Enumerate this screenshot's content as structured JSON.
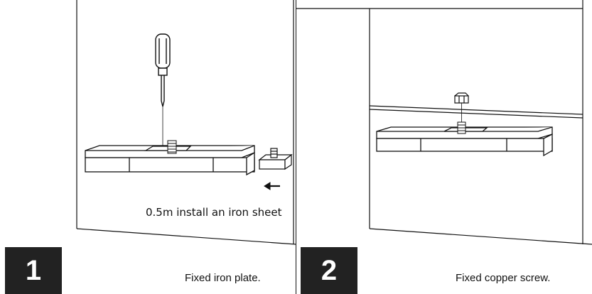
{
  "steps": [
    {
      "number": "1",
      "caption": "Fixed iron plate.",
      "note": "0.5m install an iron sheet"
    },
    {
      "number": "2",
      "caption": "Fixed copper screw."
    }
  ],
  "colors": {
    "line": "#111111",
    "badge_bg": "#222222",
    "badge_text": "#ffffff"
  },
  "icons": [
    "screwdriver-icon",
    "nut-icon",
    "arrow-left-icon"
  ]
}
